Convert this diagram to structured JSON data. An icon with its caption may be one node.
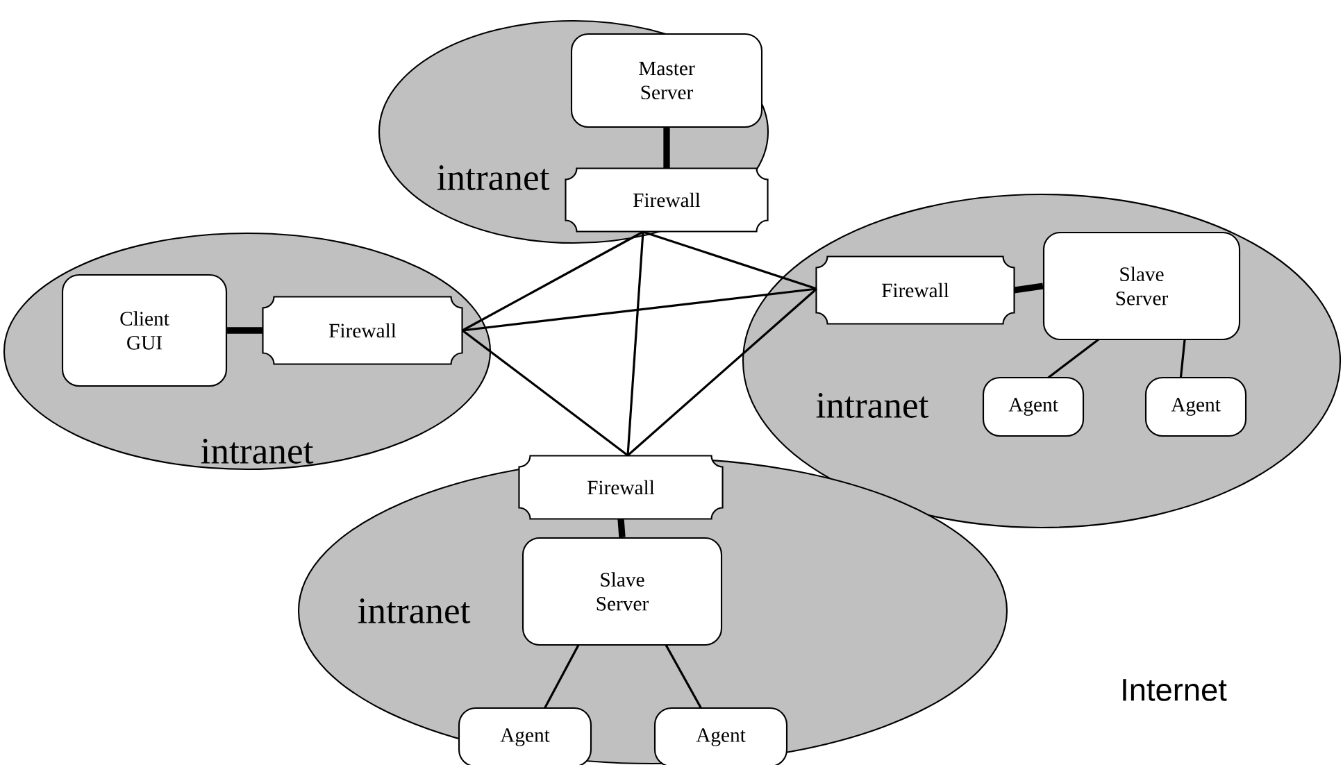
{
  "diagram": {
    "nodes": [
      {
        "text": [
          "intranet"
        ]
      },
      {
        "text": [
          "Master Server"
        ],
        "in": 0
      },
      {
        "text": [
          "Firewall"
        ],
        "in": 0
      },
      {
        "text": [
          "intranet"
        ]
      },
      {
        "text": [
          "Client GUI"
        ],
        "in": 3
      },
      {
        "text": [
          "Firewall"
        ],
        "in": 3
      },
      {
        "text": [
          "intranet"
        ]
      },
      {
        "text": [
          "Firewall"
        ],
        "in": 6
      },
      {
        "text": [
          "Slave Server"
        ],
        "in": 6
      },
      {
        "text": [
          "Agent"
        ],
        "in": 6
      },
      {
        "text": [
          "Agent"
        ],
        "in": 6
      },
      {
        "text": [
          "intranet"
        ]
      },
      {
        "text": [
          "Firewall"
        ],
        "in": 11
      },
      {
        "text": [
          "Slave Server"
        ],
        "in": 11
      },
      {
        "text": [
          "Agent"
        ],
        "in": 11
      },
      {
        "text": [
          "Agent"
        ],
        "in": 11
      }
    ],
    "edges": [
      {
        "from": 1,
        "to": 2,
        "arrow": "none",
        "style": "thick"
      },
      {
        "from": 4,
        "to": 5,
        "arrow": "none",
        "style": "thick"
      },
      {
        "from": 7,
        "to": 8,
        "arrow": "none",
        "style": "thick"
      },
      {
        "from": 8,
        "to": 9,
        "arrow": "none"
      },
      {
        "from": 8,
        "to": 10,
        "arrow": "none"
      },
      {
        "from": 12,
        "to": 13,
        "arrow": "none",
        "style": "thick"
      },
      {
        "from": 13,
        "to": 14,
        "arrow": "none"
      },
      {
        "from": 13,
        "to": 15,
        "arrow": "none"
      },
      {
        "from": 2,
        "to": 5,
        "arrow": "none"
      },
      {
        "from": 2,
        "to": 7,
        "arrow": "none"
      },
      {
        "from": 2,
        "to": 12,
        "arrow": "none"
      },
      {
        "from": 5,
        "to": 7,
        "arrow": "none"
      },
      {
        "from": 5,
        "to": 12,
        "arrow": "none"
      },
      {
        "from": 7,
        "to": 12,
        "arrow": "none"
      }
    ],
    "labels": [
      "Internet"
    ]
  }
}
